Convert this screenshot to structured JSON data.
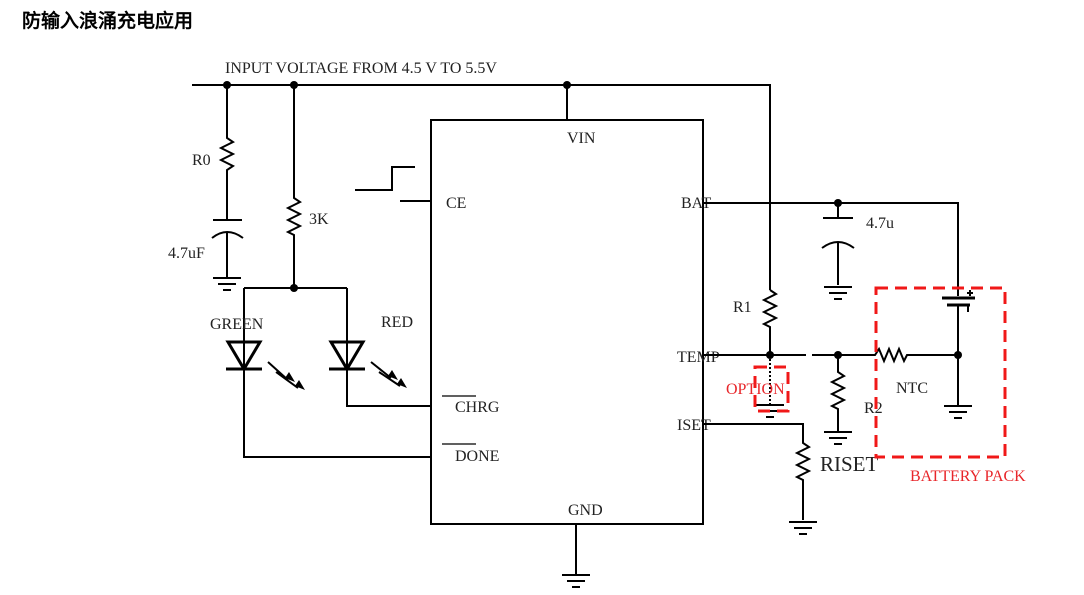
{
  "title": "防输入浪涌充电应用",
  "input_label": "INPUT VOLTAGE FROM 4.5  V TO 5.5V",
  "chip": {
    "pins": {
      "vin": "VIN",
      "ce": "CE",
      "bat": "BAT",
      "temp": "TEMP",
      "iset": "ISET",
      "chrg": "CHRG",
      "done": "DONE",
      "gnd": "GND"
    }
  },
  "components": {
    "r0": "R0",
    "c_in": "4.7uF",
    "r_led": "3K",
    "led_green": "GREEN",
    "led_red": "RED",
    "c_bat": "4.7u",
    "r1": "R1",
    "r2": "R2",
    "ntc": "NTC",
    "riset": "RISET",
    "option": "OPTION",
    "battery_pack": "BATTERY PACK"
  },
  "colors": {
    "wire": "#000000",
    "annotation": "#e8262a"
  }
}
